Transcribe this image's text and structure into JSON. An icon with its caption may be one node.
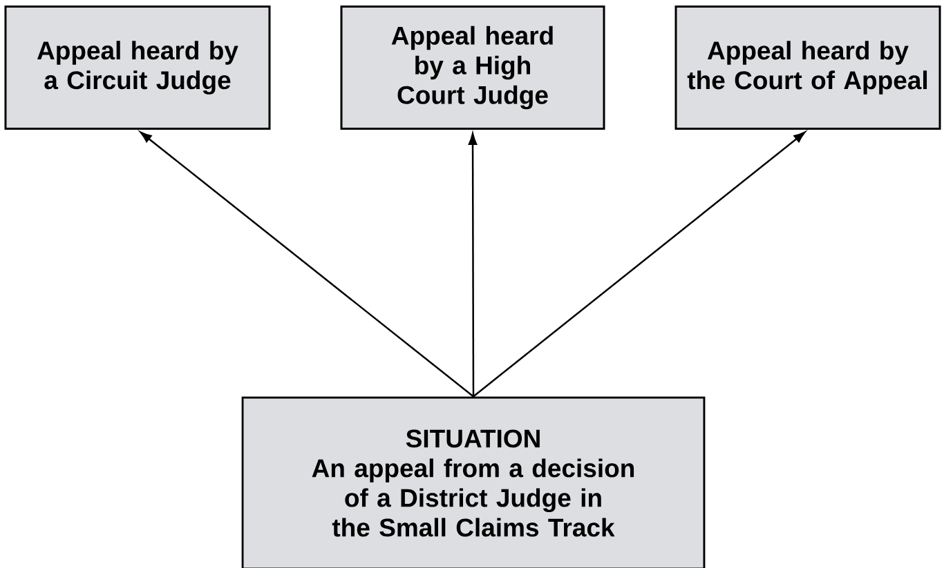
{
  "diagram": {
    "nodes": [
      {
        "text": [
          "Appeal heard by a Circuit Judge"
        ]
      },
      {
        "text": [
          "Appeal heard by a High Court Judge"
        ]
      },
      {
        "text": [
          "Appeal heard by the Court of Appeal"
        ]
      },
      {
        "text": [
          "SITUATION",
          "An appeal from a decision of a District Judge in the Small Claims Track"
        ]
      }
    ],
    "edges": [
      {
        "from": 3,
        "to": 0,
        "arrow": "to"
      },
      {
        "from": 3,
        "to": 1,
        "arrow": "to"
      },
      {
        "from": 3,
        "to": 2,
        "arrow": "to"
      }
    ]
  }
}
